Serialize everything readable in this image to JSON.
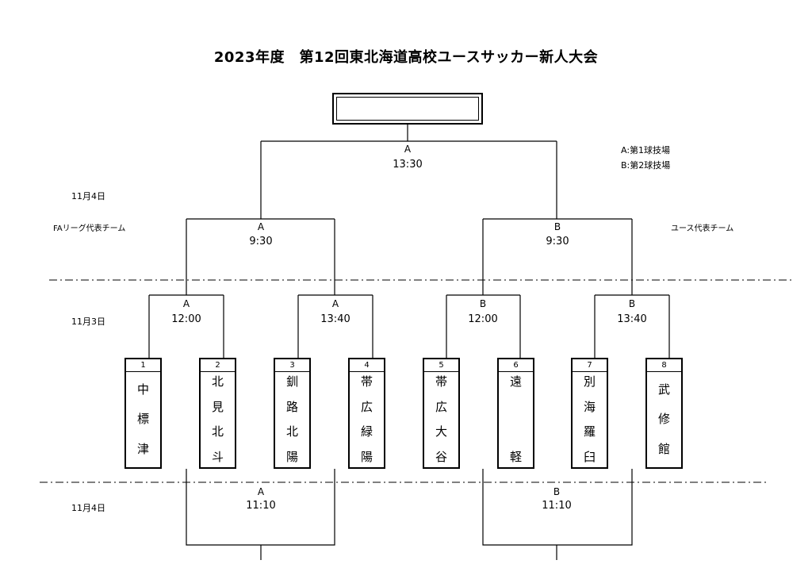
{
  "title": "2023年度　第12回東北海道高校ユースサッカー新人大会",
  "legend": {
    "a": "A:第1球技場",
    "b": "B:第2球技場"
  },
  "dates": {
    "final_day": "11月4日",
    "first_day": "11月3日",
    "third_place_day": "11月4日"
  },
  "sides": {
    "left": "FAリーグ代表チーム",
    "right": "ユース代表チーム"
  },
  "final": {
    "venue": "A",
    "time": "13:30"
  },
  "semifinals": [
    {
      "venue": "A",
      "time": "9:30"
    },
    {
      "venue": "B",
      "time": "9:30"
    }
  ],
  "first_round": [
    {
      "venue": "A",
      "time": "12:00"
    },
    {
      "venue": "A",
      "time": "13:40"
    },
    {
      "venue": "B",
      "time": "12:00"
    },
    {
      "venue": "B",
      "time": "13:40"
    }
  ],
  "consolation": [
    {
      "venue": "A",
      "time": "11:10"
    },
    {
      "venue": "B",
      "time": "11:10"
    }
  ],
  "teams": [
    {
      "num": "1",
      "chars": [
        "中",
        "標",
        "津"
      ]
    },
    {
      "num": "2",
      "chars": [
        "北",
        "見",
        "北",
        "斗"
      ]
    },
    {
      "num": "3",
      "chars": [
        "釧",
        "路",
        "北",
        "陽"
      ]
    },
    {
      "num": "4",
      "chars": [
        "帯",
        "広",
        "緑",
        "陽"
      ]
    },
    {
      "num": "5",
      "chars": [
        "帯",
        "広",
        "大",
        "谷"
      ]
    },
    {
      "num": "6",
      "chars": [
        "遠",
        "軽"
      ]
    },
    {
      "num": "7",
      "chars": [
        "別",
        "海",
        "羅",
        "臼"
      ]
    },
    {
      "num": "8",
      "chars": [
        "武",
        "修",
        "館"
      ]
    }
  ]
}
